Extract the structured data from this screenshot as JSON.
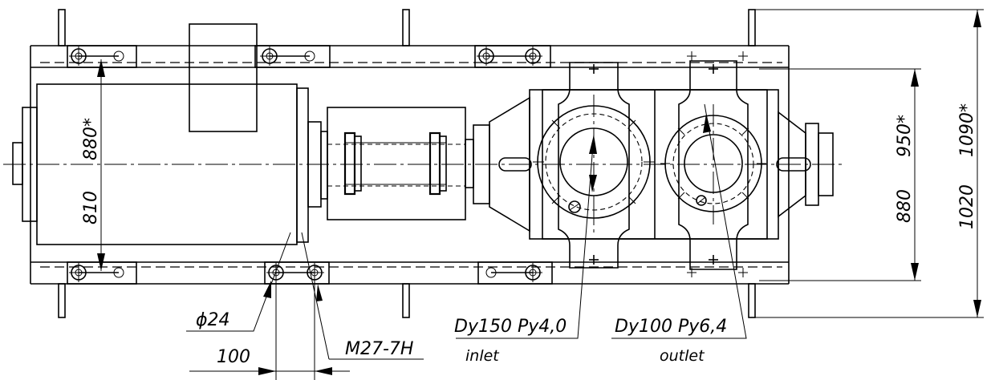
{
  "dimensions": {
    "d810": "810",
    "d880_left": "880*",
    "d880_right": "880",
    "d950": "950*",
    "d1020": "1020",
    "d1090": "1090*",
    "d24": "ϕ24",
    "d100": "100",
    "thread": "M27-7H"
  },
  "ports": {
    "inlet_spec": "Dy150 Py4,0",
    "inlet_label": "inlet",
    "outlet_spec": "Dy100 Py6,4",
    "outlet_label": "outlet"
  }
}
